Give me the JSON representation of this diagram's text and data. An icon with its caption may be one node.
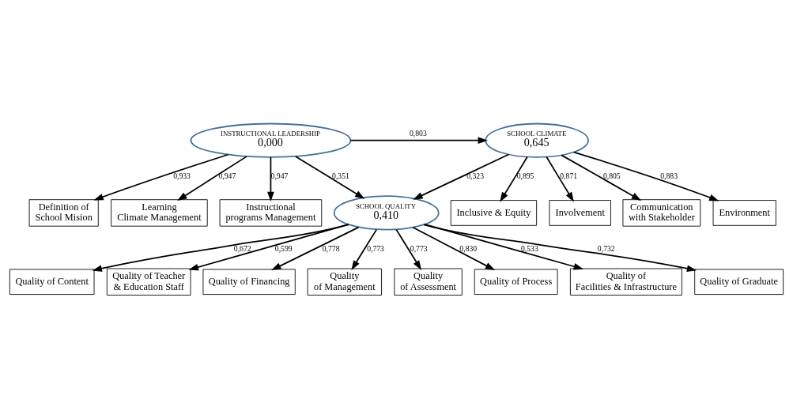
{
  "diagram": {
    "nodes": [
      {
        "text": [
          "Definition of School Mision"
        ]
      },
      {
        "text": [
          "Learning Climate Management"
        ]
      },
      {
        "text": [
          "Instructional programs Management"
        ]
      },
      {
        "text": [
          "INSTRUCTIONAL LEADERSHIP",
          "0,000"
        ]
      },
      {
        "text": [
          "SCHOOL CLIMATE",
          "0,645"
        ]
      },
      {
        "text": [
          "Inclusive & Equity"
        ]
      },
      {
        "text": [
          "Involvement"
        ]
      },
      {
        "text": [
          "Communication with Stakeholder"
        ]
      },
      {
        "text": [
          "Environment"
        ]
      },
      {
        "text": [
          "SCHOOL QUALITY",
          "0,410"
        ]
      },
      {
        "text": [
          "Quality of Content"
        ]
      },
      {
        "text": [
          "Quality of Teacher & Education Staff"
        ]
      },
      {
        "text": [
          "Quality of Financing"
        ]
      },
      {
        "text": [
          "Quality of Management"
        ]
      },
      {
        "text": [
          "Quality of Assessment"
        ]
      },
      {
        "text": [
          "Quality of Process"
        ]
      },
      {
        "text": [
          "Quality of Facilities & Infrastructure"
        ]
      },
      {
        "text": [
          "Quality of Graduate"
        ]
      }
    ],
    "edges": [
      {
        "from": 3,
        "to": 0,
        "arrow": "to",
        "label": "0,933"
      },
      {
        "from": 3,
        "to": 1,
        "arrow": "to",
        "label": "0,947"
      },
      {
        "from": 3,
        "to": 2,
        "arrow": "to",
        "label": "0,947"
      },
      {
        "from": 3,
        "to": 4,
        "arrow": "to",
        "label": "0,803"
      },
      {
        "from": 4,
        "to": 5,
        "arrow": "to",
        "label": "0,895"
      },
      {
        "from": 4,
        "to": 6,
        "arrow": "to",
        "label": "0,871"
      },
      {
        "from": 4,
        "to": 7,
        "arrow": "to",
        "label": "0,805"
      },
      {
        "from": 4,
        "to": 8,
        "arrow": "to",
        "label": "0,883"
      },
      {
        "from": 3,
        "to": 9,
        "arrow": "to",
        "label": "0,351"
      },
      {
        "from": 4,
        "to": 9,
        "arrow": "to",
        "label": "0,323"
      },
      {
        "from": 9,
        "to": 10,
        "arrow": "to",
        "label": "0,672"
      },
      {
        "from": 9,
        "to": 11,
        "arrow": "to",
        "label": "0,599"
      },
      {
        "from": 9,
        "to": 12,
        "arrow": "to",
        "label": "0,778"
      },
      {
        "from": 9,
        "to": 13,
        "arrow": "to",
        "label": "0,773"
      },
      {
        "from": 9,
        "to": 14,
        "arrow": "to",
        "label": "0,773"
      },
      {
        "from": 9,
        "to": 15,
        "arrow": "to",
        "label": "0,830"
      },
      {
        "from": 9,
        "to": 16,
        "arrow": "to",
        "label": "0,533"
      },
      {
        "from": 9,
        "to": 17,
        "arrow": "to",
        "label": "0,732"
      }
    ]
  }
}
